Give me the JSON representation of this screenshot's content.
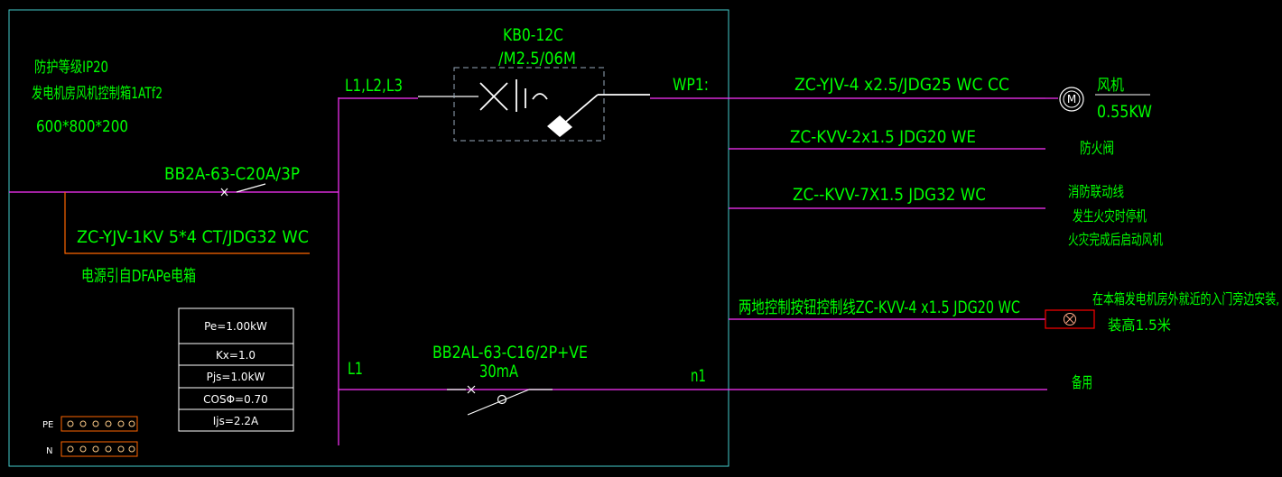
{
  "colors": {
    "background": "#000000",
    "bus": "#ff33ff",
    "border": "#44cccc",
    "text": "#00ff00",
    "symbol": "#ffffff",
    "cable_orange": "#ff6600",
    "lamp_red": "#ff0000",
    "dashed": "#99aabb"
  },
  "box": {
    "protection": "防护等级IP20",
    "name": "发电机房风机控制箱1ATf2",
    "size": "600*800*200"
  },
  "incoming": {
    "breaker": "BB2A-63-C20A/3P",
    "cable": "ZC-YJV-1KV 5*4  CT/JDG32  WC",
    "source": "电源引自DFAPe电箱"
  },
  "main_circuit": {
    "phases": "L1,L2,L3",
    "starter_model": "KB0-12C",
    "starter_rating": "/M2.5/06M",
    "circuit": "WP1:"
  },
  "outgoing": [
    {
      "cable": "ZC-YJV-4 x2.5/JDG25  WC  CC",
      "load_name": "风机",
      "load_power": "0.55KW",
      "motor_symbol": "M"
    },
    {
      "cable": "ZC-KVV-2x1.5  JDG20  WE",
      "dest": "防火阀"
    },
    {
      "cable": "ZC--KVV-7X1.5  JDG32  WC",
      "dest_lines": [
        "消防联动线",
        "发生火灾时停机",
        "火灾完成后启动风机"
      ]
    },
    {
      "cable": "两地控制按钮控制线ZC-KVV-4 x1.5  JDG20  WC",
      "dest_lines": [
        "在本箱发电机房外就近的入门旁边安装,",
        "装高1.5米"
      ]
    }
  ],
  "spare_circuit": {
    "phase": "L1",
    "breaker": "BB2AL-63-C16/2P+VE",
    "leakage": "30mA",
    "circuit": "n1",
    "dest": "备用"
  },
  "load_table": [
    "Pe=1.00kW",
    "Kx=1.0",
    "Pjs=1.0kW",
    "COSΦ=0.70",
    "Ijs=2.2A"
  ],
  "terminals": {
    "pe_label": "PE",
    "n_label": "N"
  }
}
